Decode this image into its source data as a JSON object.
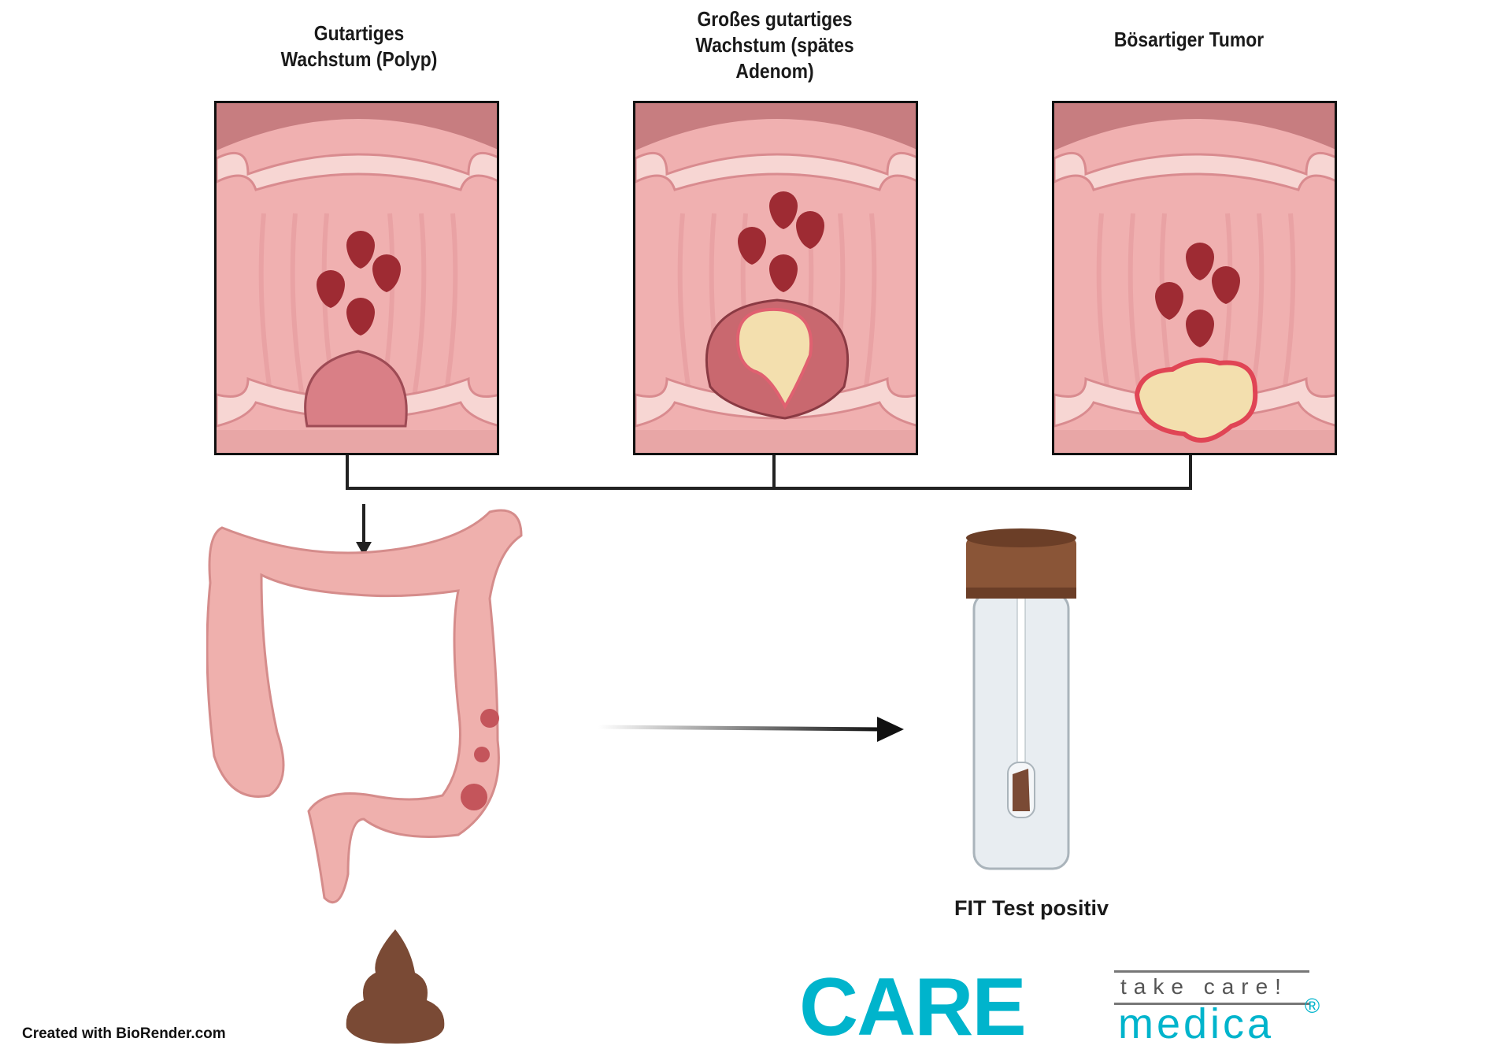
{
  "stages": [
    {
      "title_lines": [
        "Gutartiges",
        "Wachstum (Polyp)"
      ]
    },
    {
      "title_lines": [
        "Großes gutartiges",
        "Wachstum (spätes",
        "Adenom)"
      ]
    },
    {
      "title_lines": [
        "Bösartiger Tumor"
      ]
    }
  ],
  "test_label": "FIT Test positiv",
  "credit": "Created with BioRender.com",
  "logo": {
    "brand": "CARE",
    "tagline": "take care!",
    "sub": "medica",
    "registered": "®"
  },
  "colors": {
    "logo": "#00b4cc",
    "tissue": "#eea9a9",
    "blood": "#9e2b33",
    "stool": "#7a4a35"
  }
}
